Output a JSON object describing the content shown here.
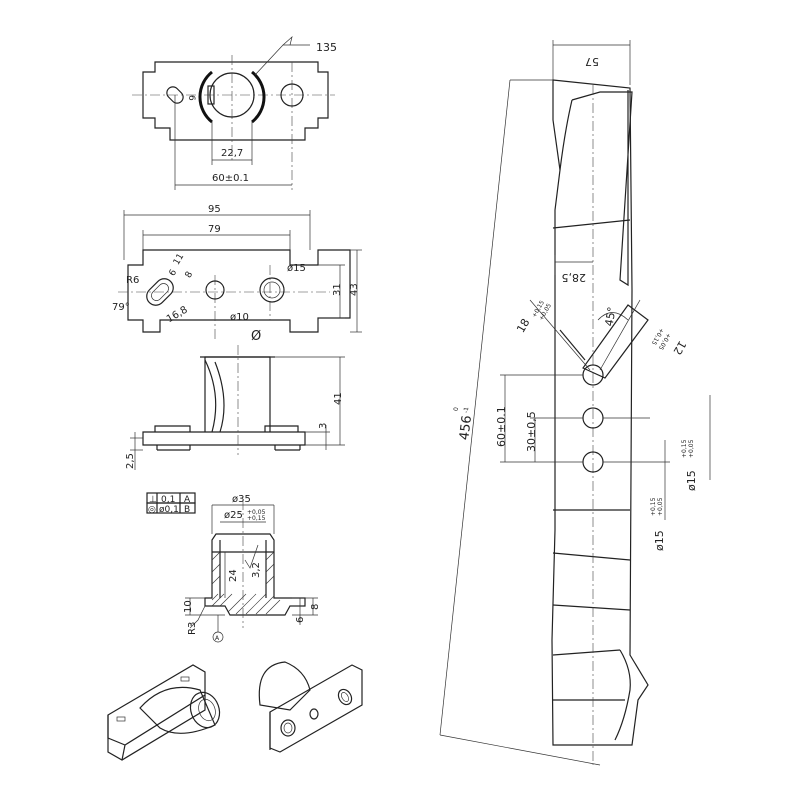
{
  "top_view": {
    "angle_label": "135",
    "offset_label": "6",
    "dim_center": "22,7",
    "dim_span": "60±0.1"
  },
  "flange_view": {
    "dim_overall": "95",
    "dim_inner": "79",
    "radius": "R6",
    "slot_w1": "11",
    "slot_w2": "6",
    "slot_w3": "8",
    "angle": "79°",
    "slot_len": "16,8",
    "hole_d": "ø15",
    "hole_center": "ø10",
    "dim_height_inner": "31",
    "dim_height": "43"
  },
  "side_view": {
    "dim_height": "41",
    "dim_base": "3",
    "dim_flange": "2,5",
    "mark": "Ø"
  },
  "section_view": {
    "tol_perp": "⊥",
    "tol_perp_val": "0,1",
    "tol_perp_ref": "A",
    "tol_conc": "◎",
    "tol_conc_val": "ø0,1",
    "tol_conc_ref": "B",
    "dim_outer": "ø35",
    "dim_bore": "ø25",
    "dim_bore_tol_up": "+0,05",
    "dim_bore_tol_lo": "+0,15",
    "dim_len": "24",
    "roughness": "3,2",
    "dim_left": "10",
    "radius": "R3",
    "dim_right_a": "8",
    "dim_right_b": "6",
    "datum": "A"
  },
  "blade": {
    "dim_width": "57",
    "dim_inset": "28,5",
    "dim_slot": "18",
    "dim_slot_tol_up": "+0,15",
    "dim_slot_tol_lo": "+0,05",
    "angle": "45°",
    "dim_slot2": "12",
    "dim_slot2_tol_up": "+0,15",
    "dim_slot2_tol_lo": "+0,05",
    "dim_spacing": "60±0.1",
    "dim_spacing_half": "30±0,5",
    "dim_length": "456",
    "dim_length_tol_up": "0",
    "dim_length_tol_lo": "-1",
    "hole1": "ø15",
    "hole1_tol_up": "+0,15",
    "hole1_tol_lo": "+0,05",
    "hole2": "ø15",
    "hole2_tol_up": "+0,15",
    "hole2_tol_lo": "+0,05"
  }
}
